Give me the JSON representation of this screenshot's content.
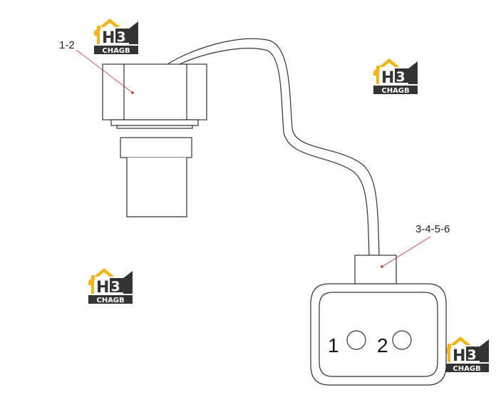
{
  "callouts": {
    "sensor": "1-2",
    "connector": "3-4-5-6"
  },
  "connector_pins": [
    "1",
    "2"
  ],
  "watermark": {
    "mark": "H3",
    "wordmark": "CHAGB"
  },
  "colors": {
    "line": "#333333",
    "leader": "#d03030",
    "logo_yellow": "#f2b51c",
    "logo_dark": "#333333"
  }
}
